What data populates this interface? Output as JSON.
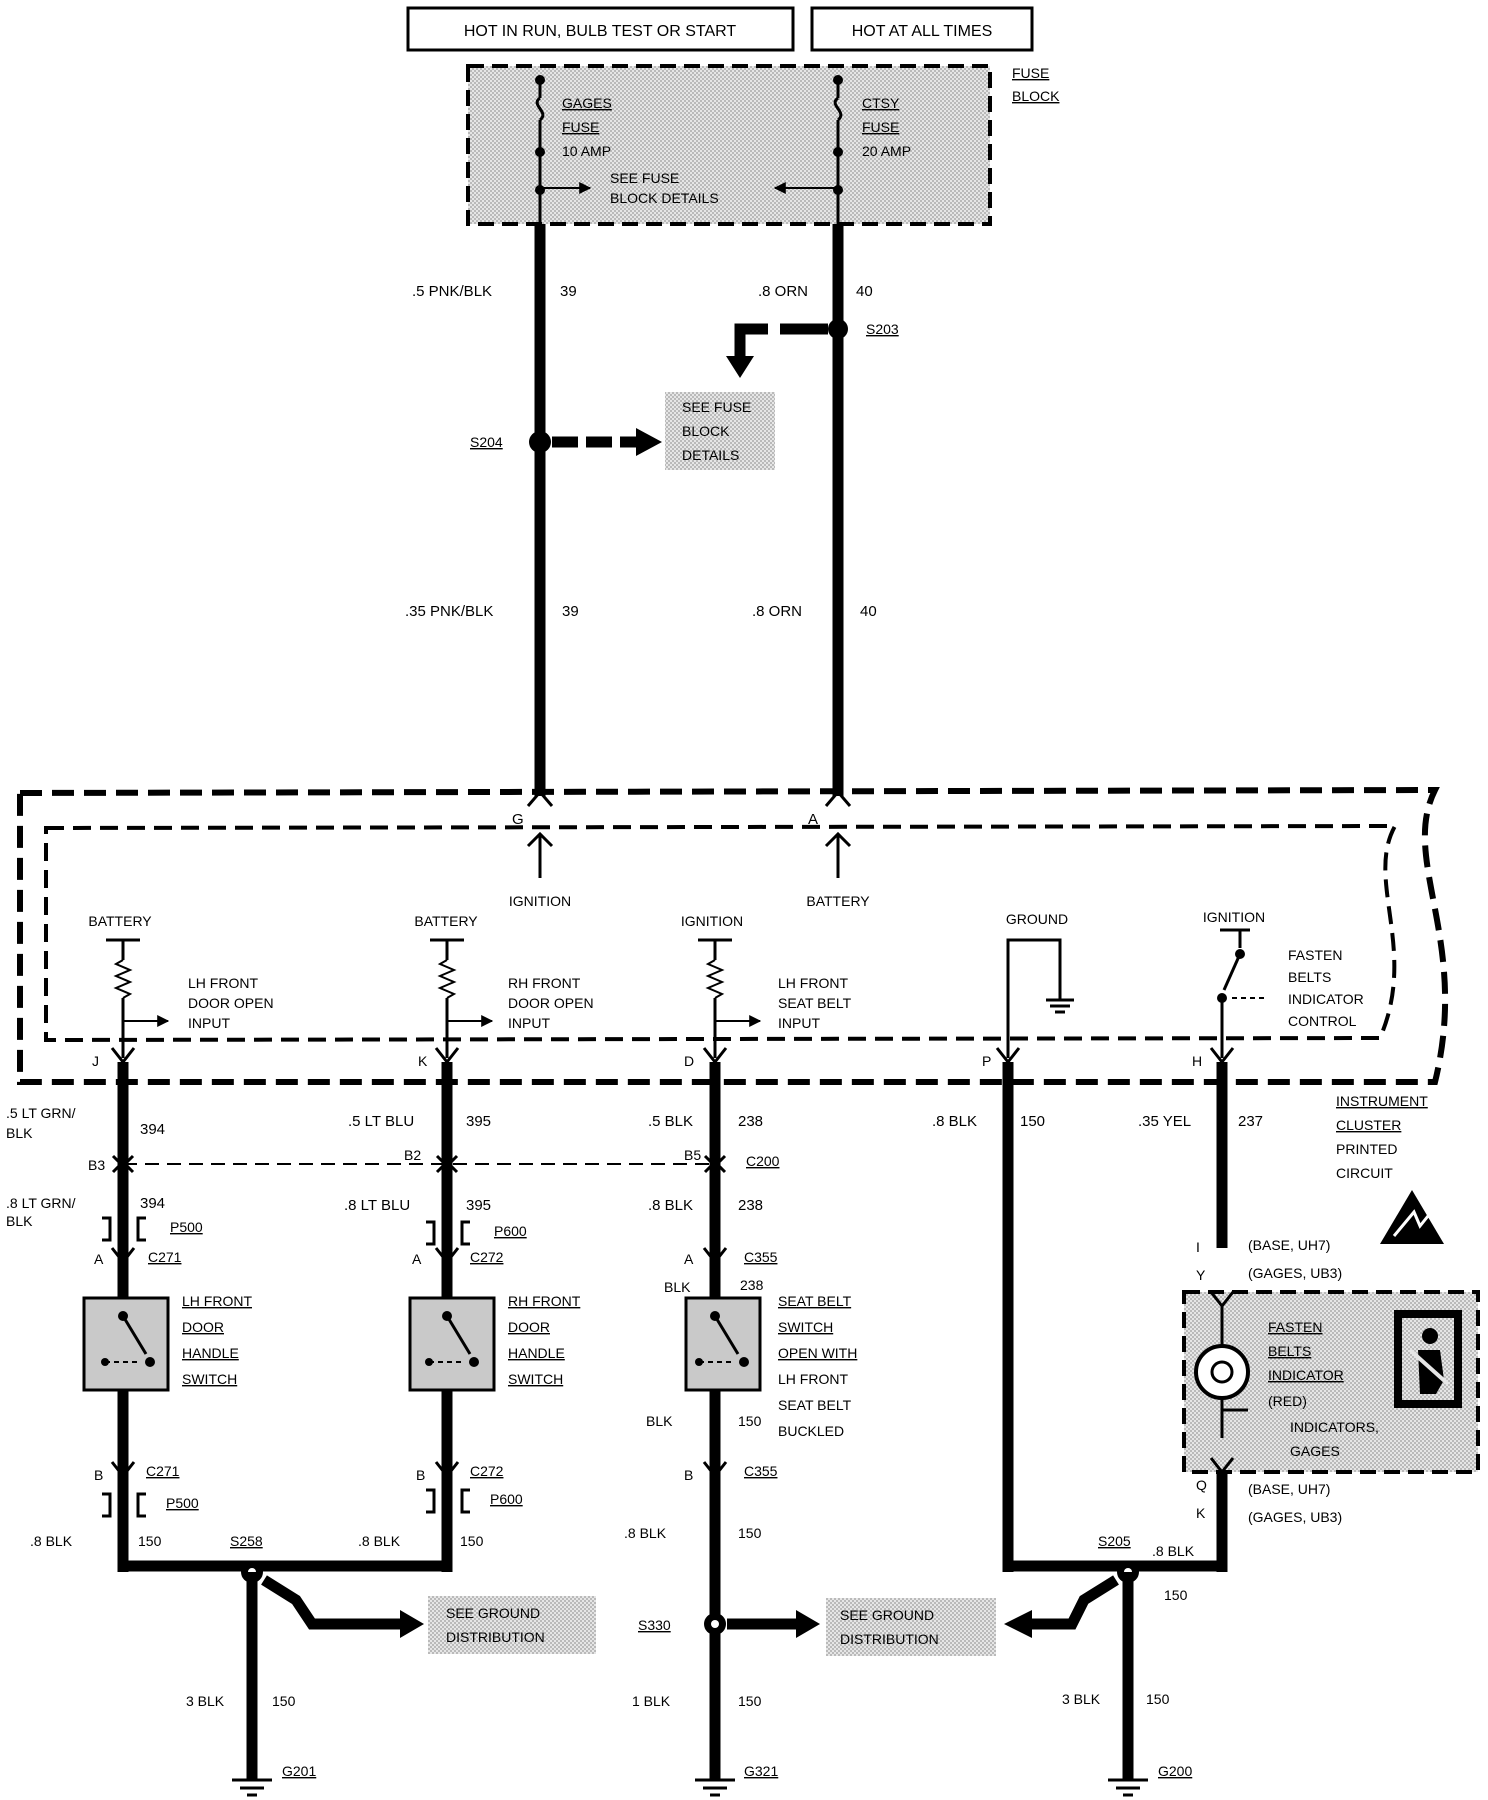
{
  "header": {
    "left": "HOT IN RUN, BULB TEST OR START",
    "right": "HOT AT ALL TIMES"
  },
  "fuse_block": {
    "label_1": "FUSE",
    "label_2": "BLOCK",
    "gages_fuse": [
      "GAGES",
      "FUSE",
      "10 AMP"
    ],
    "ctsy_fuse": [
      "CTSY",
      "FUSE",
      "20 AMP"
    ],
    "details": [
      "SEE FUSE",
      "BLOCK DETAILS"
    ]
  },
  "upper_wires": {
    "left_gauge_top": ".5 PNK/BLK",
    "left_circuit_top": "39",
    "right_gauge_top": ".8 ORN",
    "right_circuit_top": "40",
    "left_gauge_mid": ".35 PNK/BLK",
    "left_circuit_mid": "39",
    "right_gauge_mid": ".8 ORN",
    "right_circuit_mid": "40",
    "s203": "S203",
    "s204": "S204",
    "fuse_details": [
      "SEE FUSE",
      "BLOCK",
      "DETAILS"
    ]
  },
  "cluster": {
    "pin_g": "G",
    "pin_a": "A",
    "ignition_top": "IGNITION",
    "battery_top": "BATTERY",
    "inputs": [
      {
        "pin": "J",
        "source": "BATTERY",
        "lines": [
          "LH FRONT",
          "DOOR OPEN",
          "INPUT"
        ]
      },
      {
        "pin": "K",
        "source": "BATTERY",
        "lines": [
          "RH FRONT",
          "DOOR OPEN",
          "INPUT"
        ]
      },
      {
        "pin": "D",
        "source": "IGNITION",
        "lines": [
          "LH FRONT",
          "SEAT BELT",
          "INPUT"
        ]
      }
    ],
    "ground_label": "GROUND",
    "ground_pin": "P",
    "ignition_right": "IGNITION",
    "indicator_control": [
      "FASTEN",
      "BELTS",
      "INDICATOR",
      "CONTROL"
    ],
    "indicator_pin": "H",
    "caption": [
      "INSTRUMENT",
      "CLUSTER",
      "PRINTED",
      "CIRCUIT"
    ]
  },
  "lower_wires": {
    "c1_gauge_a": ".5 LT GRN/",
    "c1_gauge_b": "BLK",
    "c1_circuit": "394",
    "c2_gauge": ".5 LT BLU",
    "c2_circuit": "395",
    "c3_gauge": ".5 BLK",
    "c3_circuit": "238",
    "c4_gauge": ".8 BLK",
    "c4_circuit": "150",
    "c5_gauge": ".35 YEL",
    "c5_circuit": "237",
    "b3": "B3",
    "b2": "B2",
    "b5": "B5",
    "c200": "C200",
    "c1_gauge2_a": ".8 LT GRN/",
    "c1_gauge2_b": "BLK",
    "c1_circuit2": "394",
    "c2_gauge2": ".8 LT BLU",
    "c2_circuit2": "395",
    "c3_gauge2": ".8 BLK",
    "c3_circuit2": "238",
    "p500": "P500",
    "p600": "P600",
    "c271": "C271",
    "c272": "C272",
    "c355": "C355",
    "pin_a": "A",
    "pin_b": "B",
    "blk": "BLK",
    "circuit_238": "238"
  },
  "switches": {
    "lh": [
      "LH FRONT",
      "DOOR",
      "HANDLE",
      "SWITCH"
    ],
    "rh": [
      "RH FRONT",
      "DOOR",
      "HANDLE",
      "SWITCH"
    ],
    "seat": [
      "SEAT BELT",
      "SWITCH",
      "OPEN WITH",
      "LH FRONT",
      "SEAT BELT",
      "BUCKLED"
    ]
  },
  "indicator": {
    "top_base": "(BASE, UH7)",
    "top_gages": "(GAGES, UB3)",
    "pin_i": "I",
    "pin_y": "Y",
    "lines": [
      "FASTEN",
      "BELTS",
      "INDICATOR"
    ],
    "color": "(RED)",
    "sub": [
      "INDICATORS,",
      "GAGES"
    ],
    "bot_base": "(BASE, UH7)",
    "bot_gages": "(GAGES, UB3)",
    "pin_q": "Q",
    "pin_k": "K"
  },
  "ground": {
    "blk_150": "BLK",
    "c150": "150",
    "g08": ".8 BLK",
    "s258": "S258",
    "s205": "S205",
    "s330": "S330",
    "g3": "3 BLK",
    "g1": "1 BLK",
    "see": [
      "SEE GROUND",
      "DISTRIBUTION"
    ],
    "g201": "G201",
    "g321": "G321",
    "g200": "G200"
  }
}
